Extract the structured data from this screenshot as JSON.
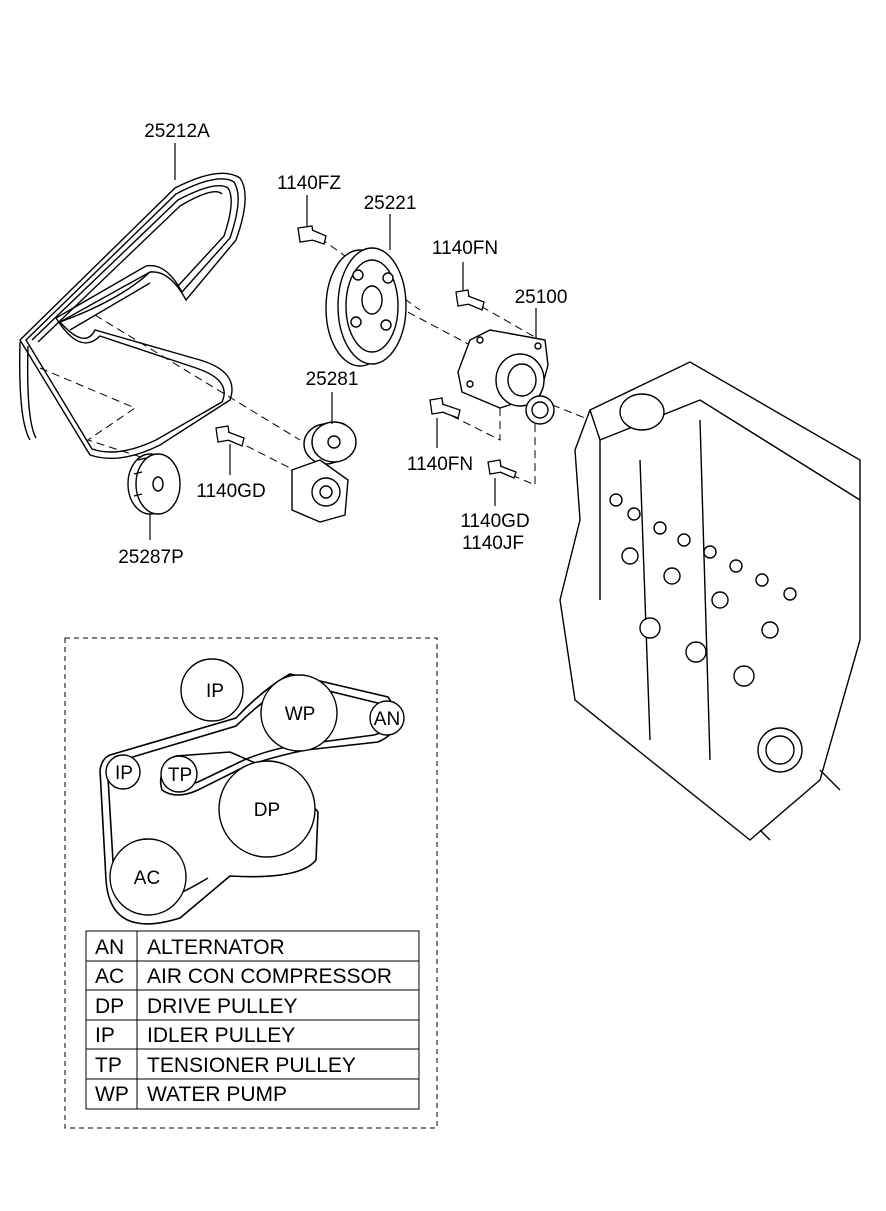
{
  "callouts": {
    "belt": "25212A",
    "bolt_fz": "1140FZ",
    "pulley_wp": "25221",
    "bolt_fn_top": "1140FN",
    "water_pump": "25100",
    "tensioner": "25281",
    "bolt_fn_low": "1140FN",
    "bolt_gd_left": "1140GD",
    "bolt_gd_right": "1140GD",
    "bolt_jf": "1140JF",
    "idler": "25287P"
  },
  "layout_circles": {
    "ip_top": "IP",
    "wp": "WP",
    "an": "AN",
    "ip_left": "IP",
    "tp": "TP",
    "dp": "DP",
    "ac": "AC"
  },
  "legend": [
    {
      "code": "AN",
      "name": "ALTERNATOR"
    },
    {
      "code": "AC",
      "name": "AIR CON COMPRESSOR"
    },
    {
      "code": "DP",
      "name": "DRIVE PULLEY"
    },
    {
      "code": "IP",
      "name": "IDLER PULLEY"
    },
    {
      "code": "TP",
      "name": "TENSIONER PULLEY"
    },
    {
      "code": "WP",
      "name": "WATER PUMP"
    }
  ]
}
